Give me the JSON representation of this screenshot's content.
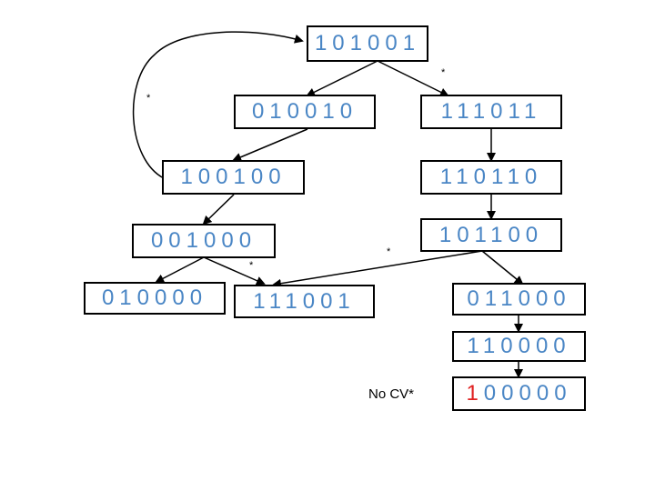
{
  "nodes": {
    "n101001": "101001",
    "n010010": "010010",
    "n111011": "111011",
    "n100100": "100100",
    "n110110": "110110",
    "n001000": "001000",
    "n101100": "101100",
    "n010000": "010000",
    "n111001": "111001",
    "n011000": "011000",
    "n110000": "110000",
    "n100000_first": "1",
    "n100000_rest": "00000"
  },
  "marks": {
    "star": "*"
  },
  "note": "No CV*",
  "colors": {
    "digit": "#4a86c5",
    "highlight": "#e02020",
    "line": "#000000"
  }
}
